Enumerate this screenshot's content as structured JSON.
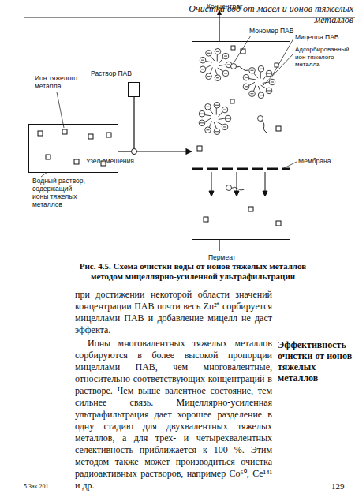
{
  "diagram": {
    "caption": "Рис. 4.5. Схема очистки воды от ионов тяжелых металлов методом мицеллярно-усиленной ультрафильтрации",
    "nodes": [
      {
        "text": [
          "Водный раствор, содержащий ионы тяжелых металлов"
        ]
      },
      {
        "text": [
          "Раствор ПАВ"
        ]
      },
      {
        "text": [
          "Узел смешения"
        ]
      },
      {
        "text": [
          "Концентрат",
          "Пермеат"
        ]
      }
    ],
    "edges": [
      {
        "from": 0,
        "to": 2,
        "arrow": "none"
      },
      {
        "from": 1,
        "to": 2,
        "arrow": "none"
      },
      {
        "from": 2,
        "to": 3,
        "arrow": "to"
      }
    ],
    "labels": [
      "Очистка вод от масел и ионов тяжелых металлов",
      "Ион тяжелого металла",
      "Мономер ПАВ",
      "Мицелла ПАВ",
      "Адсорбированный ион тяжелого металла",
      "Мембрана",
      "при достижении некоторой области значений концентрации ПАВ почти весь Zn²⁺ сорбируется мицеллами ПАВ и добавление мицелл не даст эффекта.",
      "Ионы многовалентных тяжелых металлов сорбируются в более высокой пропорции мицеллами ПАВ, чем многовалентные, относительно соответствующих концентраций в растворе. Чем выше валентное состояние, тем сильнее связь. Мицеллярно-усиленная ультрафильтрация дает хорошее разделение в одну стадию для двухвалентных тяжелых металлов, а для трех- и четырехвалентных селективность приближается к 100 %. Этим методом также может производиться очистка радиоактивных растворов, например Co⁶⁰, Ce¹⁴¹ и др.",
      "Эффективность очистки от ионов тяжелых металлов",
      "129",
      "5 Зак 201"
    ]
  }
}
